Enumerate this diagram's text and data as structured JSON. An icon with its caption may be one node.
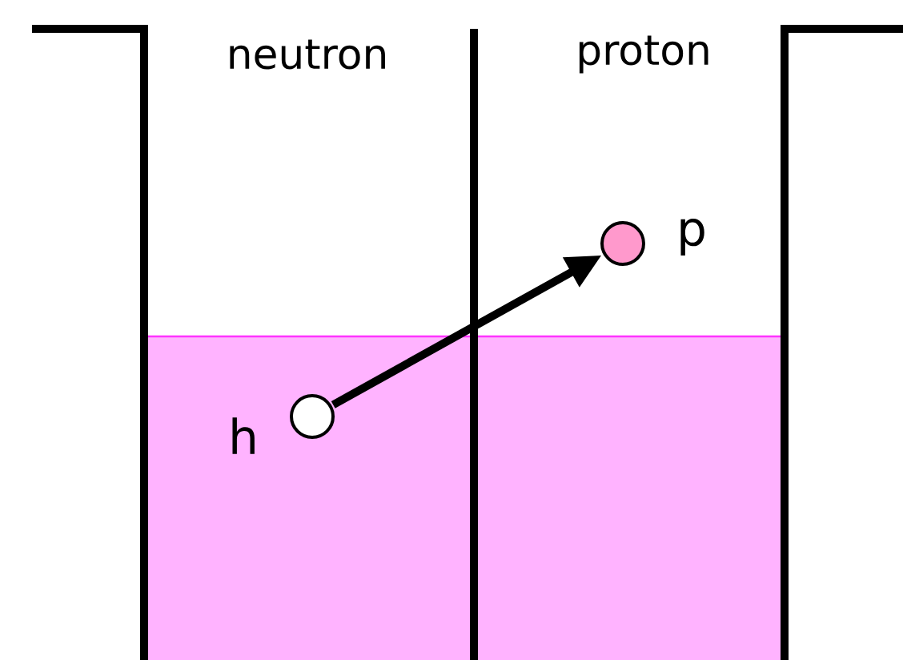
{
  "diagram": {
    "nodes": [
      {
        "text": [],
        "shape": "circle",
        "beside": [
          "h"
        ]
      },
      {
        "text": [],
        "shape": "circle",
        "beside": [
          "p"
        ]
      }
    ],
    "edges": [
      {
        "from": 0,
        "to": 1,
        "arrow": "to"
      }
    ],
    "labels": [
      "neutron",
      "proton"
    ]
  }
}
